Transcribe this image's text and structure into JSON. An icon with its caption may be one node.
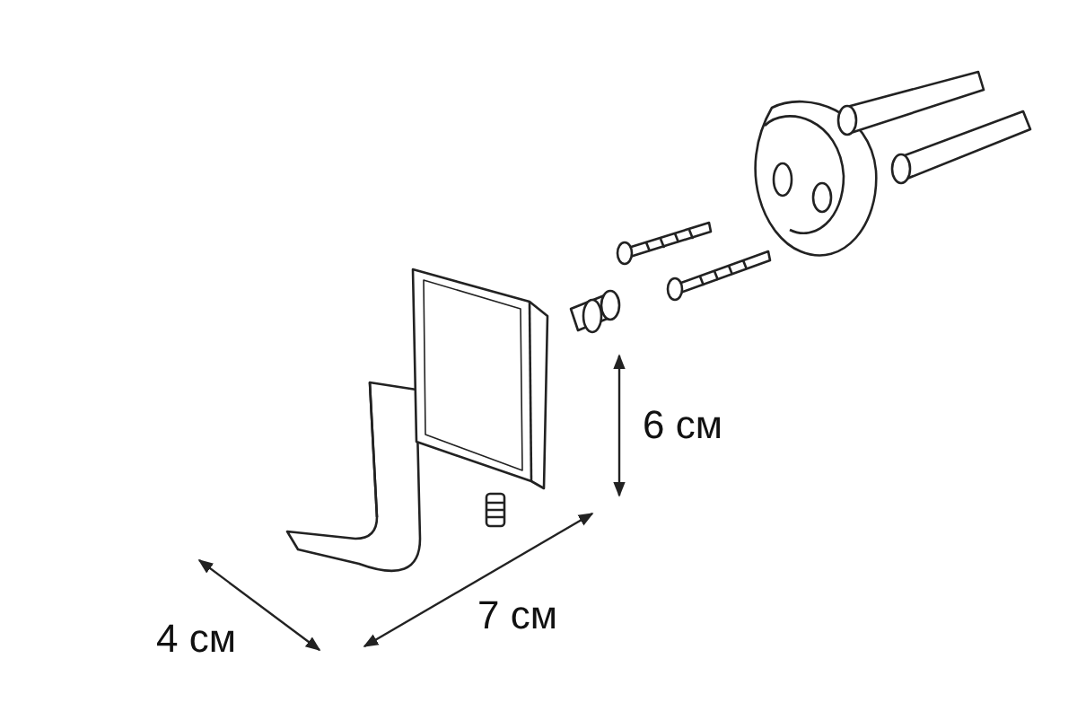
{
  "diagram": {
    "labels": [
      "6 см",
      "7 см",
      "4 см"
    ]
  }
}
